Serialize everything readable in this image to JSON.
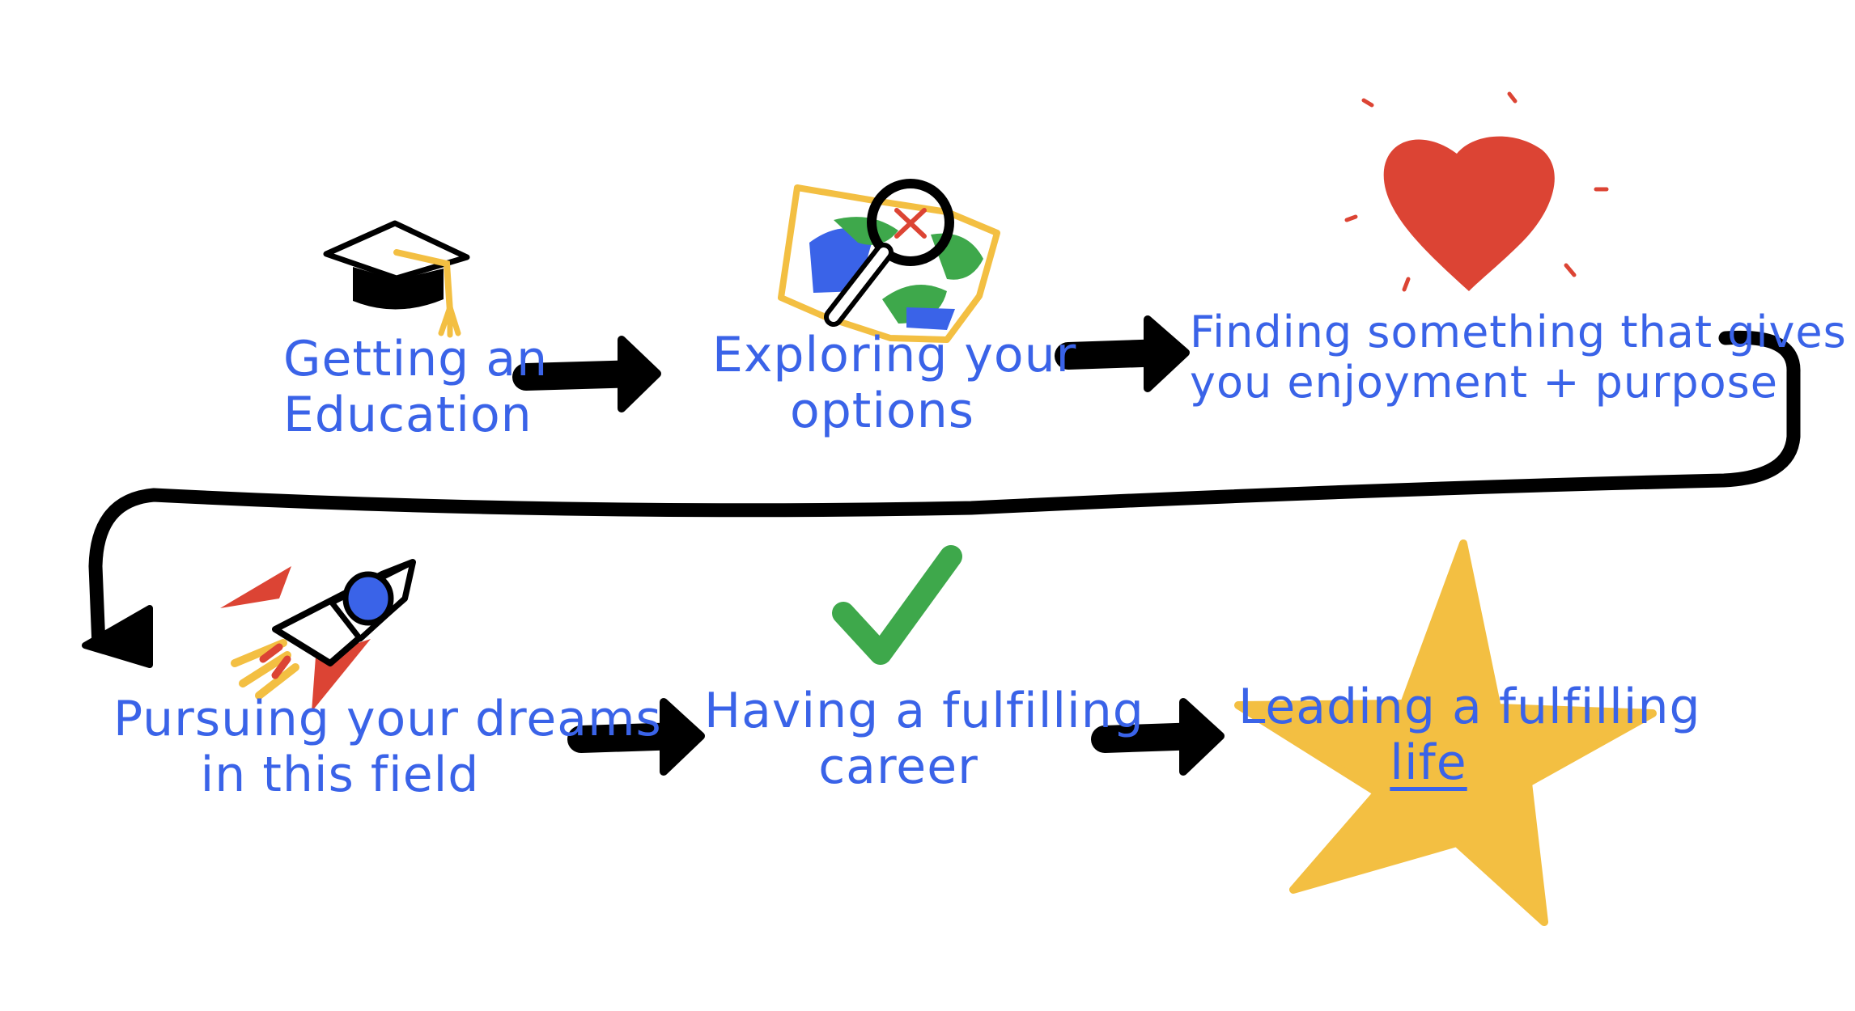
{
  "steps": [
    {
      "line1": "Getting an",
      "line2": "Education",
      "icon": "graduation-cap-icon"
    },
    {
      "line1": "Exploring your",
      "line2": "options",
      "icon": "map-magnifier-icon"
    },
    {
      "line1": "Finding something that gives",
      "line2": "you enjoyment + purpose",
      "icon": "heart-icon"
    },
    {
      "line1": "Pursuing your dreams",
      "line2": "in this field",
      "icon": "rocket-icon"
    },
    {
      "line1": "Having a fulfilling",
      "line2": "career",
      "icon": "checkmark-icon"
    },
    {
      "line1": "Leading a fulfilling",
      "line2": "life",
      "icon": "star-icon"
    }
  ],
  "colors": {
    "text": "#3a63e8",
    "arrow": "#000000",
    "heart": "#dc4434",
    "star": "#f3bf42",
    "check": "#3ea84b",
    "rocket_fins": "#dc4434",
    "map_green": "#3ea84b",
    "map_blue": "#3a63e8",
    "map_border": "#f3bf42"
  }
}
